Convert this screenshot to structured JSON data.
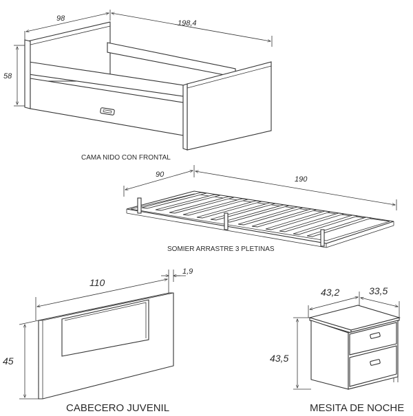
{
  "bed": {
    "caption": "CAMA NIDO CON FRONTAL",
    "dims": {
      "depth": "98",
      "length": "198,4",
      "height": "58"
    }
  },
  "base": {
    "caption": "SOMIER ARRASTRE 3 PLETINAS",
    "dims": {
      "width": "90",
      "length": "190"
    }
  },
  "headboard": {
    "caption": "CABECERO JUVENIL",
    "dims": {
      "width": "110",
      "thickness": "1,9",
      "height": "45"
    }
  },
  "nightstand": {
    "caption": "MESITA DE NOCHE",
    "dims": {
      "width": "43,2",
      "depth": "33,5",
      "height": "43,5"
    }
  }
}
